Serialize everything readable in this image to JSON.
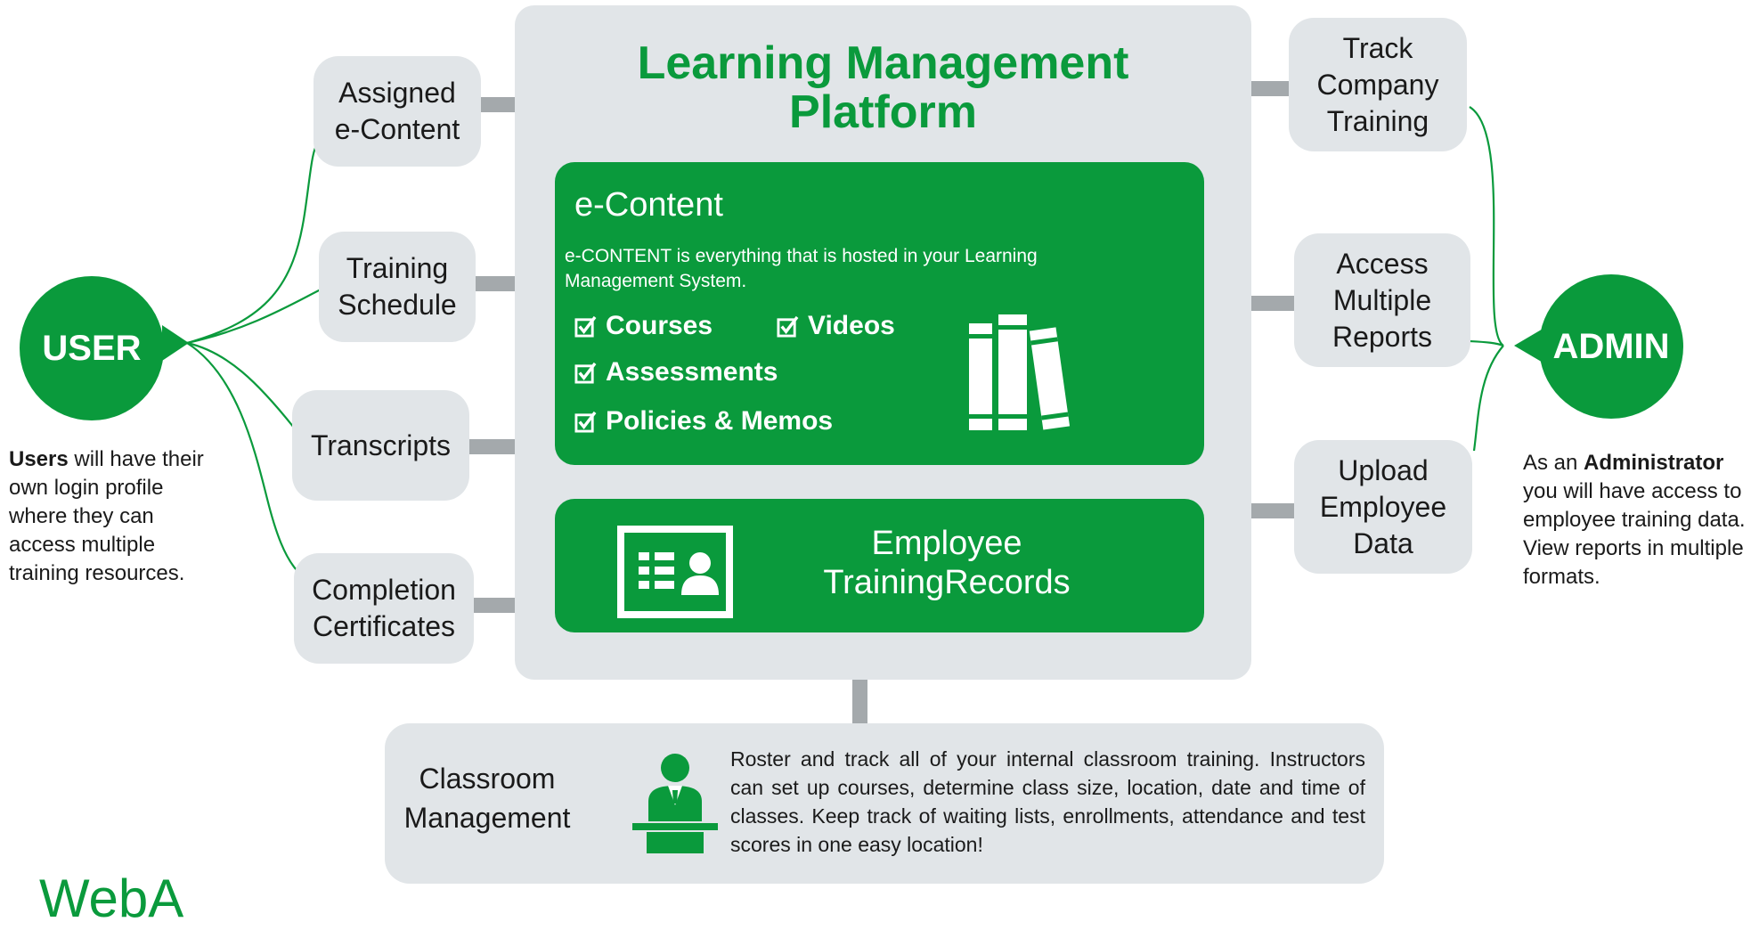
{
  "platform": {
    "title_line1": "Learning Management",
    "title_line2": "Platform"
  },
  "econtent": {
    "title": "e-Content",
    "description": "e-CONTENT is everything that is hosted in your Learning Management System.",
    "features": [
      "Courses",
      "Videos",
      "Assessments",
      "Policies & Memos"
    ]
  },
  "records": {
    "title_line1": "Employee",
    "title_line2": "TrainingRecords"
  },
  "user": {
    "label": "USER",
    "note_bold": "Users",
    "note_rest": " will have their own login profile where they can access multiple training  resources.",
    "boxes": [
      {
        "line1": "Assigned",
        "line2": "e-Content"
      },
      {
        "line1": "Training",
        "line2": "Schedule"
      },
      {
        "line1": "Transcripts",
        "line2": ""
      },
      {
        "line1": "Completion",
        "line2": "Certificates"
      }
    ]
  },
  "admin": {
    "label": "ADMIN",
    "note_prefix": "As an ",
    "note_bold": "Administrator",
    "note_rest": " you will have access to employee training data. View reports in multiple formats.",
    "boxes": [
      {
        "line1": "Track",
        "line2": "Company",
        "line3": "Training"
      },
      {
        "line1": "Access",
        "line2": "Multiple",
        "line3": "Reports"
      },
      {
        "line1": "Upload",
        "line2": "Employee",
        "line3": "Data"
      }
    ]
  },
  "classroom": {
    "title_line1": "Classroom",
    "title_line2": "Management",
    "description": "Roster and track all of your internal classroom training. Instructors can set up courses, determine class size, location, date and time of classes. Keep track of waiting lists, enrollments, attendance and test scores in one easy location!"
  },
  "watermark": "WebA",
  "colors": {
    "brand_green": "#0a9a3c",
    "panel_gray": "#e1e5e8",
    "connector_gray": "#a4a9ac"
  },
  "icons": [
    "checkbox-icon",
    "books-icon",
    "id-card-icon",
    "instructor-podium-icon"
  ]
}
